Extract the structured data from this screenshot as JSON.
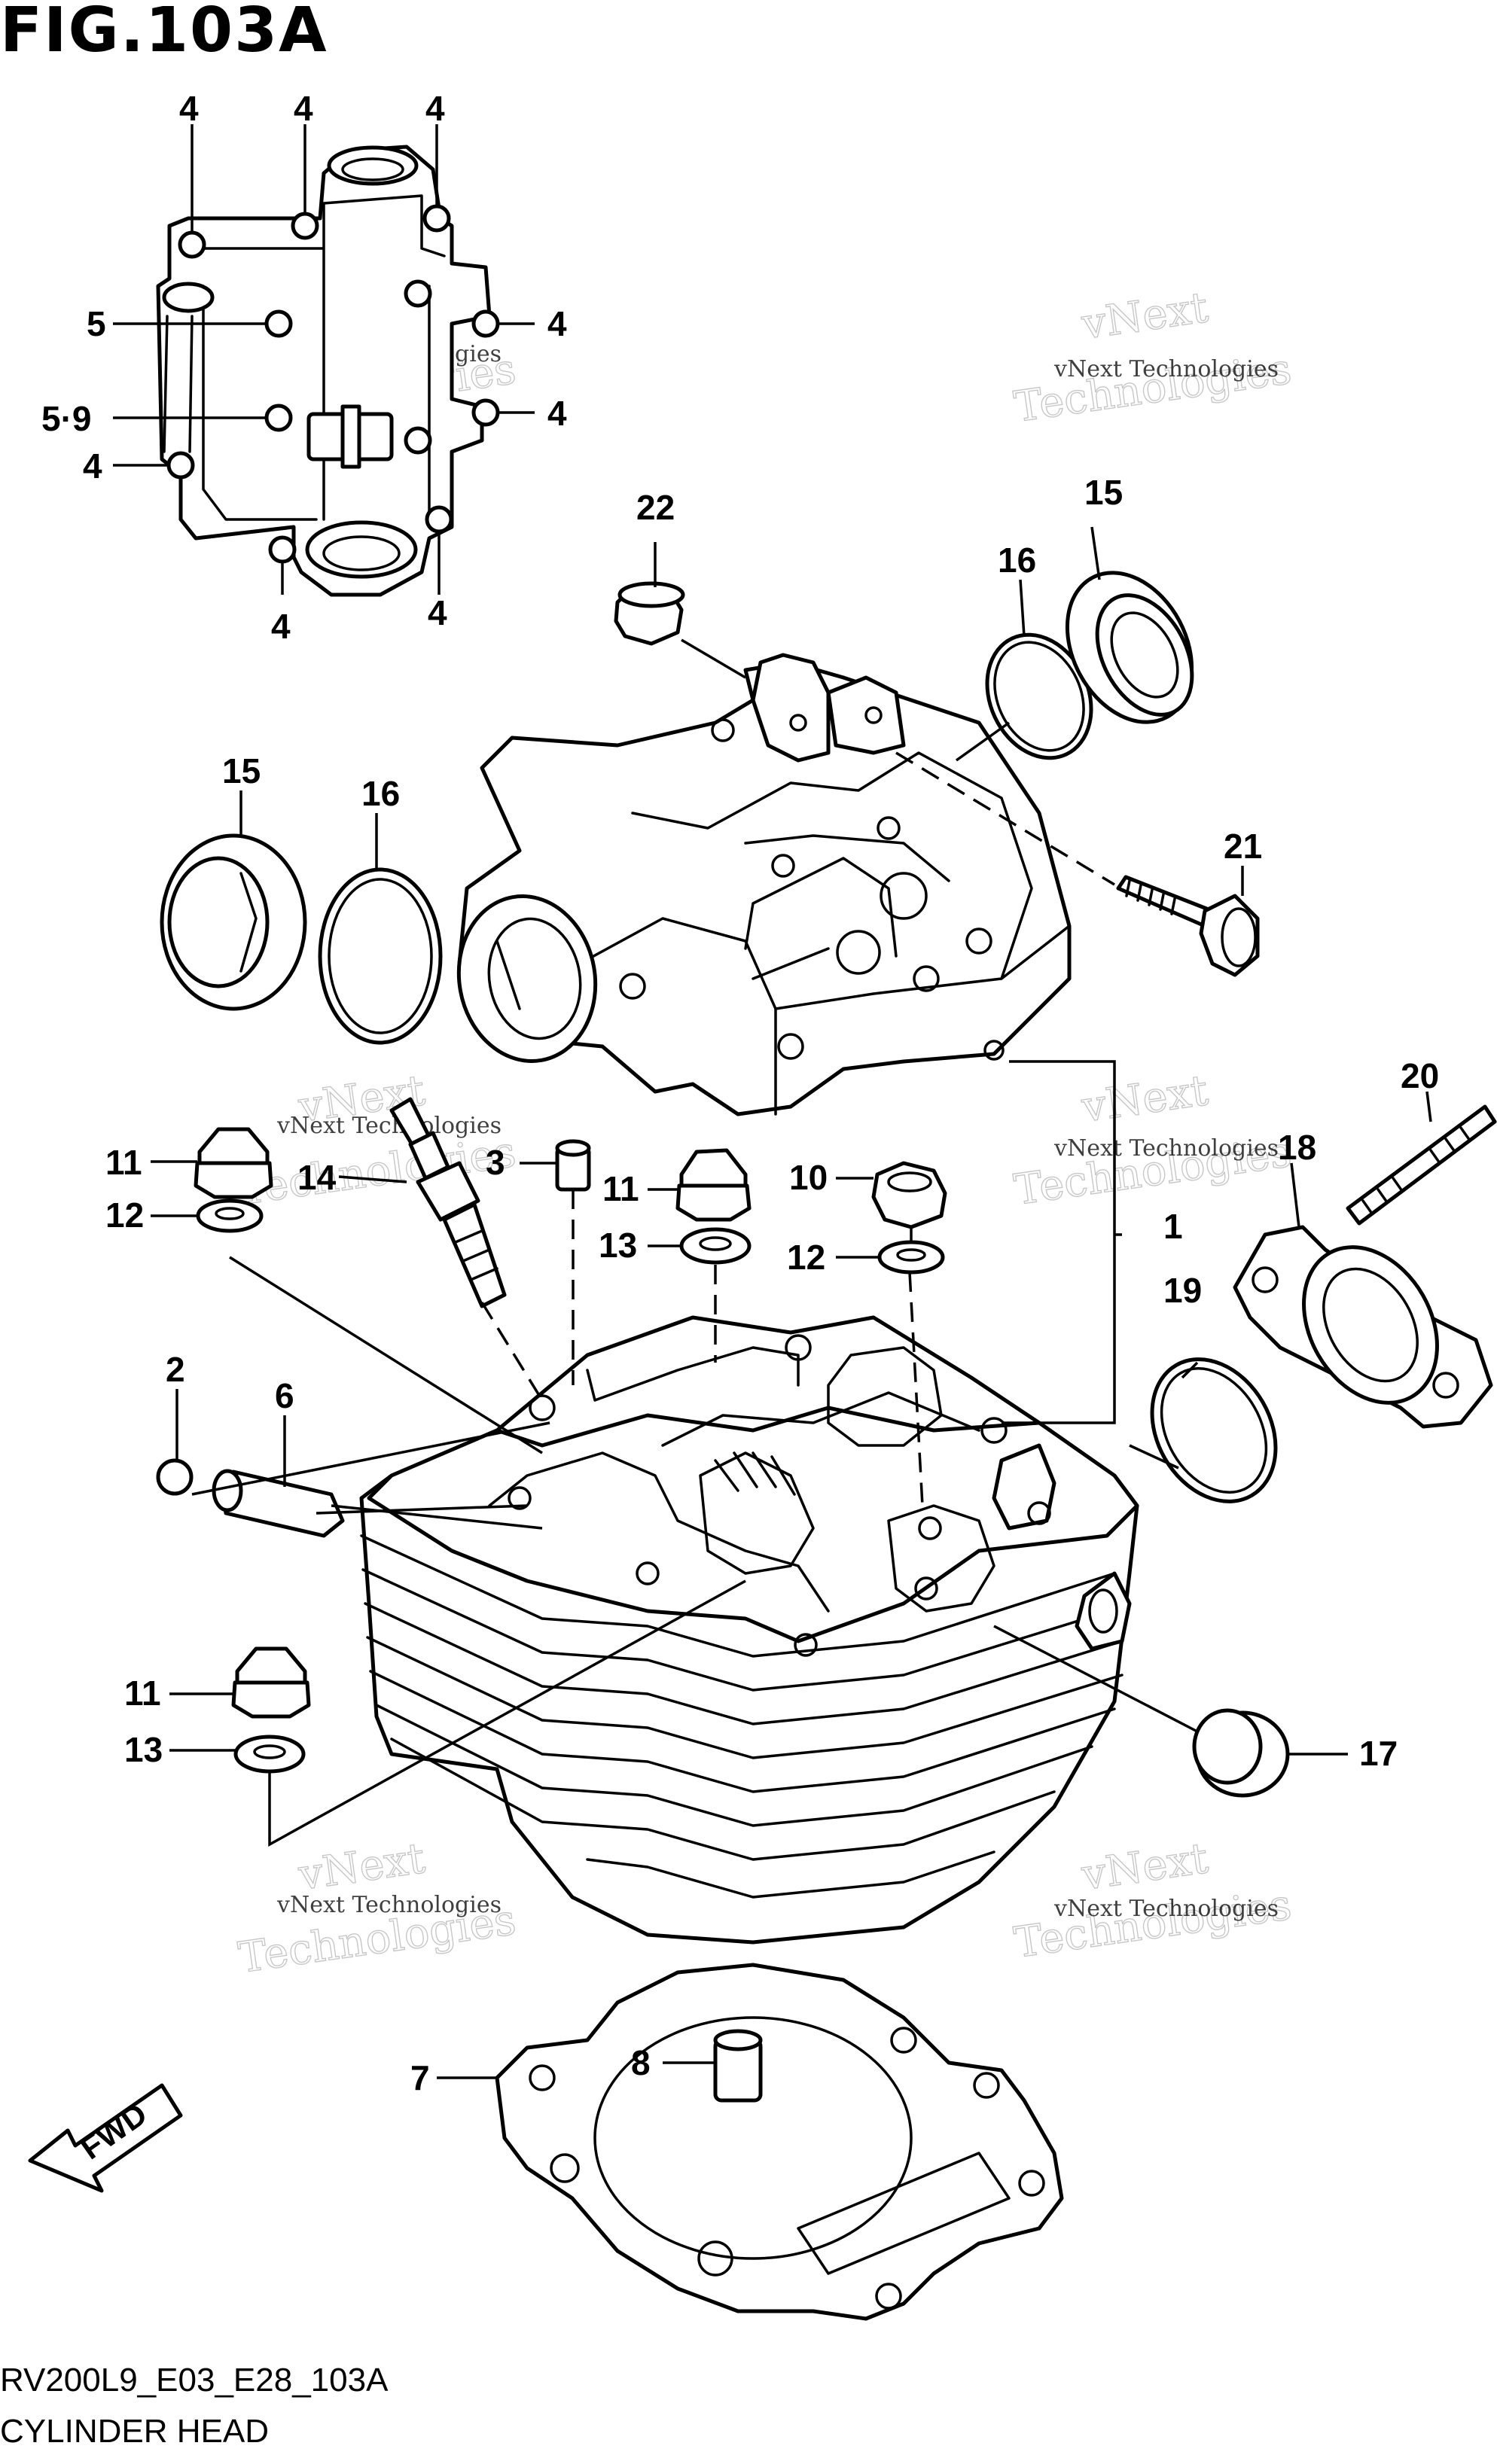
{
  "figure": {
    "title": "FIG.103A",
    "code": "RV200L9_E03_E28_103A",
    "name": "CYLINDER HEAD"
  },
  "watermark": {
    "line1": "vNext Technologies",
    "line2": "vNext",
    "line3": "Technologies"
  },
  "direction_arrow": {
    "label": "FWD"
  },
  "callouts": {
    "c4a": "4",
    "c4b": "4",
    "c4c": "4",
    "c4d": "4",
    "c4e": "4",
    "c4f": "4",
    "c4g": "4",
    "c4h": "4",
    "c5": "5",
    "c59": "5·9",
    "c22": "22",
    "c15a": "15",
    "c16a": "16",
    "c15b": "15",
    "c16b": "16",
    "c21": "21",
    "c20": "20",
    "c18": "18",
    "c1": "1",
    "c19": "19",
    "c17": "17",
    "c11a": "11",
    "c12a": "12",
    "c14": "14",
    "c3": "3",
    "c11b": "11",
    "c13a": "13",
    "c10": "10",
    "c12b": "12",
    "c2": "2",
    "c6": "6",
    "c11c": "11",
    "c13b": "13",
    "c7": "7",
    "c8": "8"
  }
}
